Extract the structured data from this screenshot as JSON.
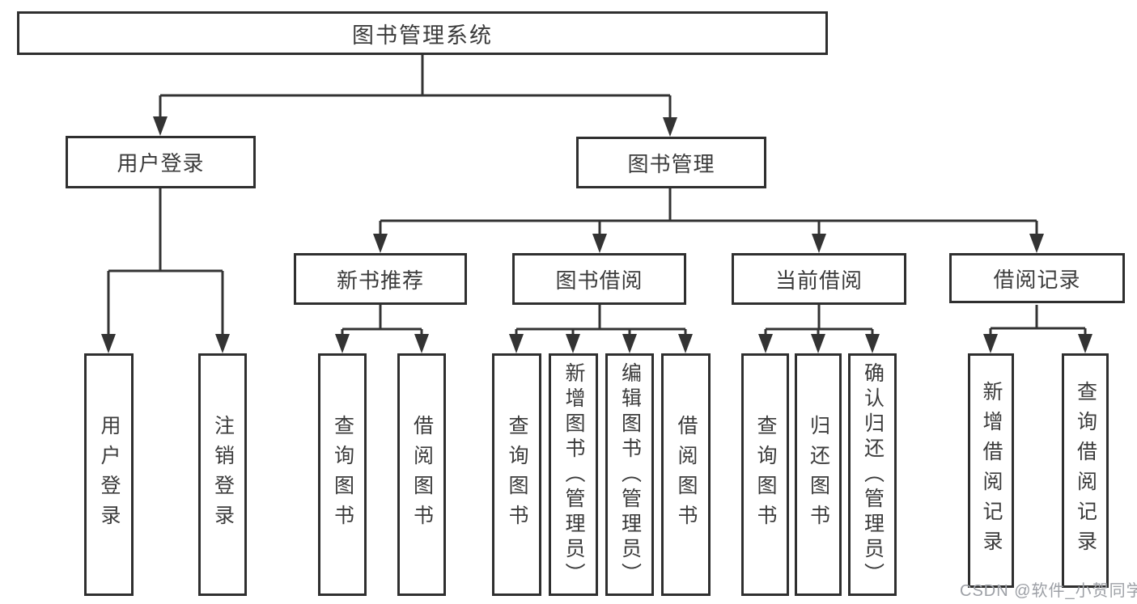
{
  "tree": {
    "root": "图书管理系统",
    "children": [
      {
        "label": "用户登录",
        "children": [
          "用户登录",
          "注销登录"
        ]
      },
      {
        "label": "图书管理",
        "children": [
          {
            "label": "新书推荐",
            "children": [
              "查询图书",
              "借阅图书"
            ]
          },
          {
            "label": "图书借阅",
            "children": [
              "查询图书",
              "新增图书（管理员）",
              "编辑图书（管理员）",
              "借阅图书"
            ]
          },
          {
            "label": "当前借阅",
            "children": [
              "查询图书",
              "归还图书",
              "确认归还（管理员）"
            ]
          },
          {
            "label": "借阅记录",
            "children": [
              "新增借阅记录",
              "查询借阅记录"
            ]
          }
        ]
      }
    ]
  },
  "watermark": "CSDN @软件_小贺同学",
  "colors": {
    "line": "#333333",
    "box_border": "#2f2f2f",
    "text": "#3b3b3b",
    "background": "#ffffff",
    "watermark": "#9da0a6"
  }
}
